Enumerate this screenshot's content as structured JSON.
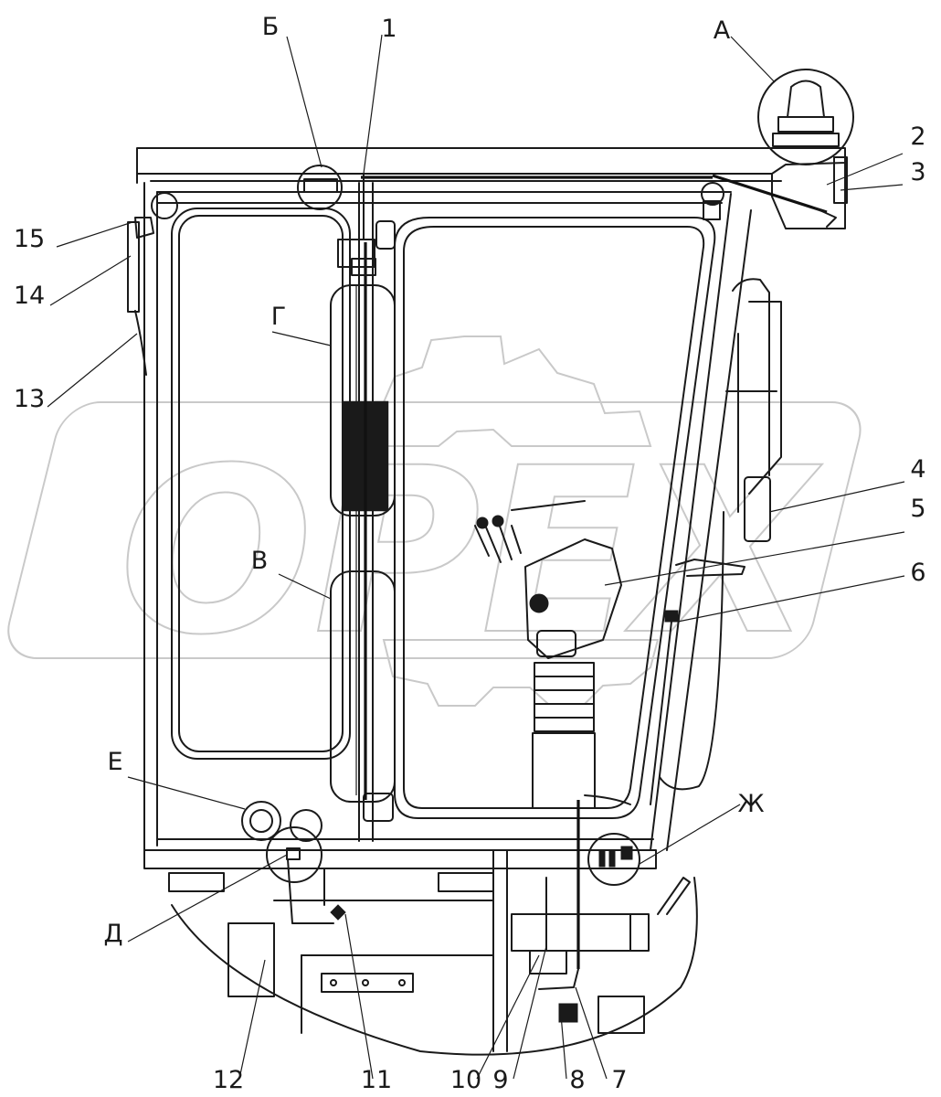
{
  "callouts": {
    "c1": "1",
    "c2": "2",
    "c3": "3",
    "c4": "4",
    "c5": "5",
    "c6": "6",
    "c7": "7",
    "c8": "8",
    "c9": "9",
    "c10": "10",
    "c11": "11",
    "c12": "12",
    "c13": "13",
    "c14": "14",
    "c15": "15"
  },
  "views": {
    "A": "А",
    "B": "Б",
    "V": "В",
    "G": "Г",
    "D": "Д",
    "E": "Е",
    "ZH": "Ж"
  },
  "watermark": {
    "text": "OPEX"
  },
  "colors": {
    "line": "#1a1a1a",
    "watermark": "#c9c9c9",
    "background": "#ffffff"
  }
}
